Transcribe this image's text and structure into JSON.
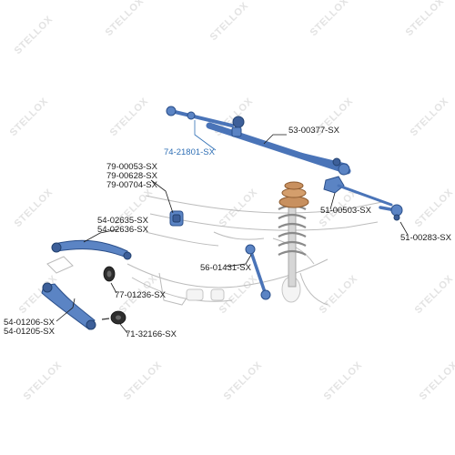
{
  "watermark": "STELLOX",
  "parts": {
    "tie_rod": "74-21801-SX",
    "steering_linkage": "53-00377-SX",
    "stabilizer_bushings": [
      "79-00053-SX",
      "79-00628-SX",
      "79-00704-SX"
    ],
    "upper_arms": [
      "54-02635-SX",
      "54-02636-SX"
    ],
    "arm_bushing": "77-01236-SX",
    "lower_arms": [
      "54-01206-SX",
      "54-01205-SX"
    ],
    "lower_bushing": "71-32166-SX",
    "stabilizer_link": "56-01431-SX",
    "idler_arm": "51-00503-SX",
    "tie_rod_end": "51-00283-SX"
  },
  "colors": {
    "part_fill": "#5b84c4",
    "part_outline": "#2b4f8a",
    "highlight_label": "#2f6fb5",
    "ghost_outline": "#bcbcbc",
    "spring": "#8a8a8a",
    "boot": "#c8905f"
  }
}
